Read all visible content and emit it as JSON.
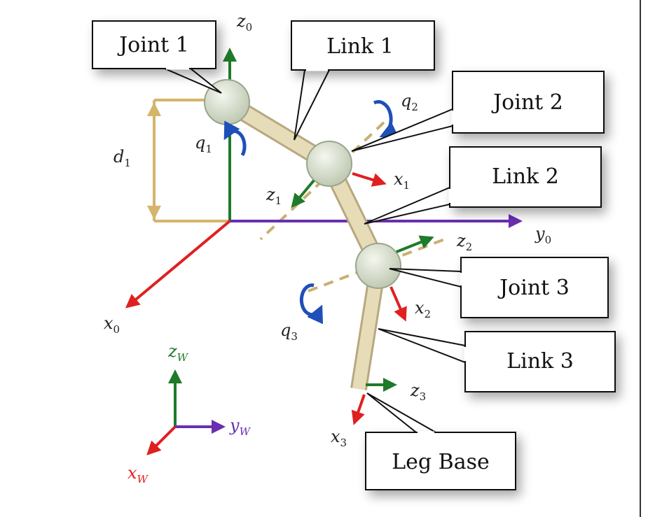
{
  "callouts": {
    "joint1": "Joint 1",
    "link1": "Link 1",
    "joint2": "Joint 2",
    "link2": "Link 2",
    "joint3": "Joint 3",
    "link3": "Link 3",
    "leg_base": "Leg Base"
  },
  "labels": {
    "z0": {
      "base": "z",
      "sub": "0"
    },
    "y0": {
      "base": "y",
      "sub": "0"
    },
    "x0": {
      "base": "x",
      "sub": "0"
    },
    "z1": {
      "base": "z",
      "sub": "1"
    },
    "x1": {
      "base": "x",
      "sub": "1"
    },
    "z2": {
      "base": "z",
      "sub": "2"
    },
    "x2": {
      "base": "x",
      "sub": "2"
    },
    "z3": {
      "base": "z",
      "sub": "3"
    },
    "x3": {
      "base": "x",
      "sub": "3"
    },
    "q1": {
      "base": "q",
      "sub": "1"
    },
    "q2": {
      "base": "q",
      "sub": "2"
    },
    "q3": {
      "base": "q",
      "sub": "3"
    },
    "d1": {
      "base": "d",
      "sub": "1"
    },
    "zw": {
      "base": "z",
      "sub": "W"
    },
    "yw": {
      "base": "y",
      "sub": "W"
    },
    "xw": {
      "base": "x",
      "sub": "W"
    }
  },
  "colors": {
    "x_axis": "#e02020",
    "y_axis": "#6a2fb0",
    "z_axis": "#1f7a2a",
    "rotation": "#1f4fb8",
    "link": "#e6dcb8",
    "link_edge": "#b8a880",
    "joint": "#dfe6d6",
    "dimension": "#d4b56a"
  }
}
